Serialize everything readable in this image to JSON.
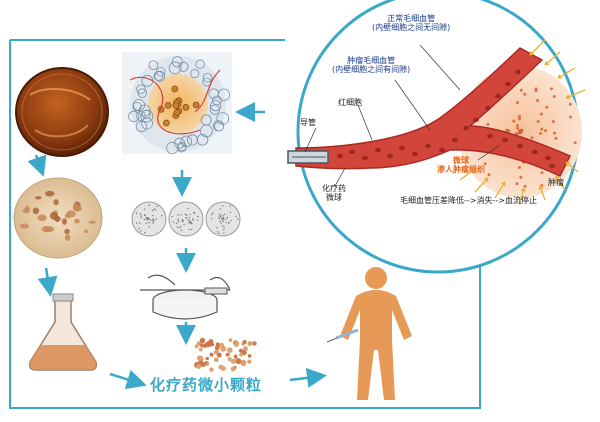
{
  "labels": {
    "normal_capillary": "正常毛细血管",
    "normal_capillary_note": "(内壁细胞之间无间隙)",
    "tumor_capillary": "肿瘤毛细血管",
    "tumor_capillary_note": "(内壁细胞之间有间隙)",
    "red_blood_cell": "红细胞",
    "catheter": "导管",
    "chemo_microsphere_line1": "化疗药",
    "chemo_microsphere_line2": "微球",
    "microsphere_infiltrate_line1": "微球",
    "microsphere_infiltrate_line2": "渗人肿瘤组织",
    "tumor": "肿瘤",
    "pressure_note": "毛细血管压差降低-->消失-->血流停止"
  },
  "caption": "化疗药微小颗粒",
  "colors": {
    "frame": "#3aa8c8",
    "arrow": "#3aa8c8",
    "vessel": "#d2453a",
    "tumor": "#f5b98a",
    "label_text": "#1a3a8c",
    "highlight_text": "#e8641b"
  },
  "icons": {
    "petri_dish": "petri-dish-icon",
    "cell_cluster": "cell-cluster-icon",
    "microscope_view": "microscope-view-icon",
    "circles": "bead-circles-icon",
    "flask": "flask-icon",
    "syringe_device": "syringe-device-icon",
    "particles": "particles-icon",
    "human": "human-figure-icon"
  }
}
